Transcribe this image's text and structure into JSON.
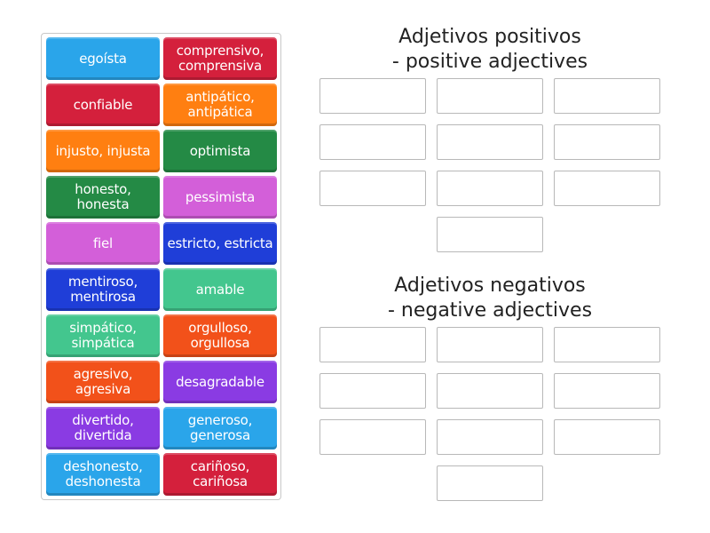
{
  "tiles": [
    {
      "label": "egoísta",
      "color": "#2aa5ea"
    },
    {
      "label": "comprensivo, comprensiva",
      "color": "#d4203c"
    },
    {
      "label": "confiable",
      "color": "#d4203c"
    },
    {
      "label": "antipático, antipática",
      "color": "#ff7f11"
    },
    {
      "label": "injusto, injusta",
      "color": "#ff7f11"
    },
    {
      "label": "optimista",
      "color": "#248a45"
    },
    {
      "label": "honesto, honesta",
      "color": "#248a45"
    },
    {
      "label": "pessimista",
      "color": "#d35fd9"
    },
    {
      "label": "fiel",
      "color": "#d35fd9"
    },
    {
      "label": "estricto, estricta",
      "color": "#1f3ed8"
    },
    {
      "label": "mentiroso, mentirosa",
      "color": "#1f3ed8"
    },
    {
      "label": "amable",
      "color": "#43c68e"
    },
    {
      "label": "simpático, simpática",
      "color": "#43c68e"
    },
    {
      "label": "orgulloso, orgullosa",
      "color": "#f2511a"
    },
    {
      "label": "agresivo, agresiva",
      "color": "#f2511a"
    },
    {
      "label": "desagradable",
      "color": "#8a3be3"
    },
    {
      "label": "divertido, divertida",
      "color": "#8a3be3"
    },
    {
      "label": "generoso, generosa",
      "color": "#2aa5ea"
    },
    {
      "label": "deshonesto, deshonesta",
      "color": "#2aa5ea"
    },
    {
      "label": "cariñoso, cariñosa",
      "color": "#d4203c"
    }
  ],
  "groups": [
    {
      "title_line1": "Adjetivos positivos",
      "title_line2": "- positive adjectives",
      "slots": 10
    },
    {
      "title_line1": "Adjetivos negativos",
      "title_line2": "- negative adjectives",
      "slots": 10
    }
  ]
}
